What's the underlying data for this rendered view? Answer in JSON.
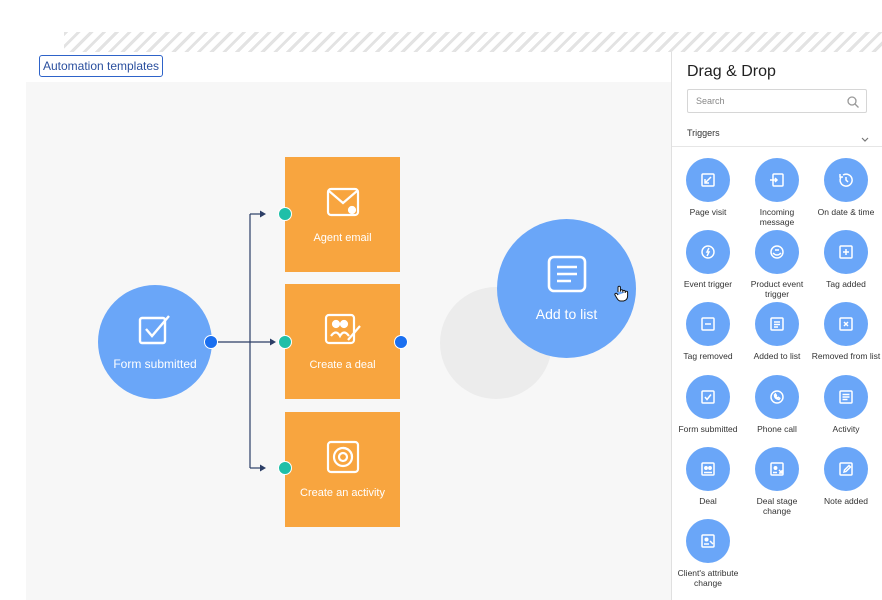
{
  "toolbar": {
    "templates_label": "Automation templates"
  },
  "flow": {
    "trigger_node": {
      "label": "Form submitted",
      "icon": "checkbox-icon"
    },
    "actions": [
      {
        "label": "Agent email",
        "icon": "envelope-icon"
      },
      {
        "label": "Create a deal",
        "icon": "deal-icon"
      },
      {
        "label": "Create an activity",
        "icon": "activity-icon"
      }
    ],
    "dragged_node": {
      "label": "Add to list",
      "icon": "list-icon"
    },
    "colors": {
      "trigger": "#6aa6f8",
      "action": "#f8a53f",
      "port_in": "#1fbfa8",
      "port_out": "#1a6ff0",
      "connector": "#2c3e66"
    }
  },
  "panel": {
    "title": "Drag & Drop",
    "search_placeholder": "Search",
    "section_label": "Triggers",
    "triggers": [
      {
        "label": "Page visit",
        "icon": "page-visit-icon"
      },
      {
        "label": "Incoming message",
        "icon": "incoming-message-icon"
      },
      {
        "label": "On date & time",
        "icon": "date-time-icon"
      },
      {
        "label": "Event trigger",
        "icon": "event-trigger-icon"
      },
      {
        "label": "Product event trigger",
        "icon": "product-event-icon"
      },
      {
        "label": "Tag added",
        "icon": "tag-added-icon"
      },
      {
        "label": "Tag removed",
        "icon": "tag-removed-icon"
      },
      {
        "label": "Added to list",
        "icon": "added-to-list-icon"
      },
      {
        "label": "Removed from list",
        "icon": "removed-from-list-icon"
      },
      {
        "label": "Form submitted",
        "icon": "form-submitted-icon"
      },
      {
        "label": "Phone call",
        "icon": "phone-call-icon"
      },
      {
        "label": "Activity",
        "icon": "activity-icon"
      },
      {
        "label": "Deal",
        "icon": "deal-icon"
      },
      {
        "label": "Deal stage change",
        "icon": "deal-stage-icon"
      },
      {
        "label": "Note added",
        "icon": "note-added-icon"
      },
      {
        "label": "Client's attribute change",
        "icon": "attribute-change-icon"
      }
    ]
  }
}
